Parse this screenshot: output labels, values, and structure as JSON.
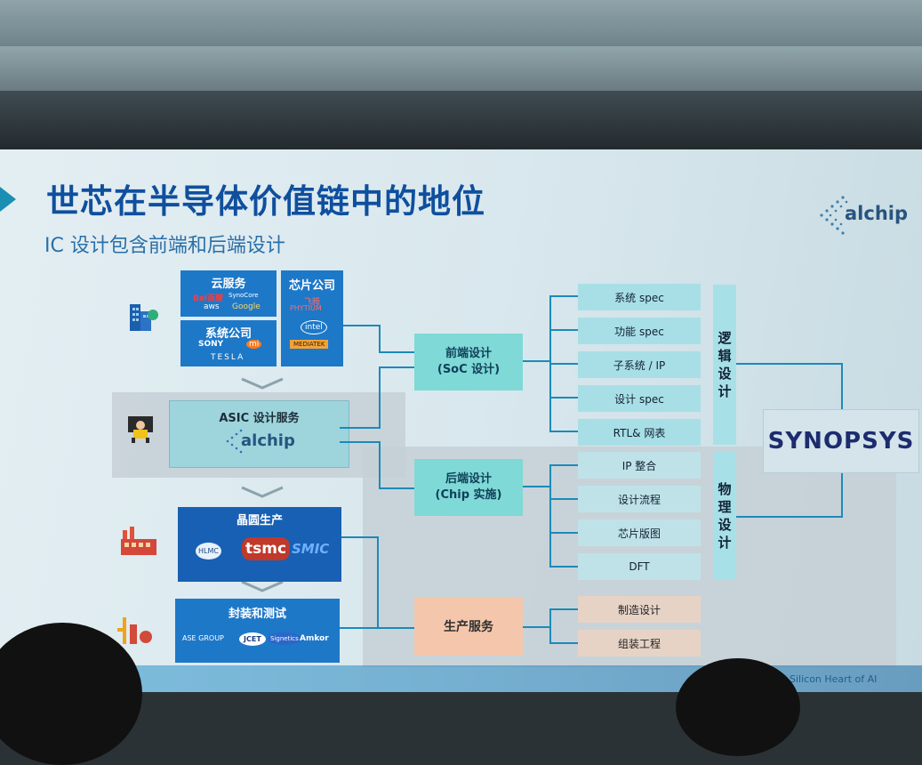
{
  "slide": {
    "title": "世芯在半导体价值链中的地位",
    "subtitle": "IC 设计包含前端和后端设计",
    "brand_logo_text": "alchip",
    "footer": "Silicon Heart of AI"
  },
  "left_column": {
    "cloud": {
      "heading": "云服务",
      "logos": [
        "Bai百度",
        "SynoCore",
        "aws",
        "Google"
      ]
    },
    "chip_companies": {
      "heading": "芯片公司",
      "logos": [
        "飞腾",
        "PHYTIUM",
        "intel",
        "MEDIATEK"
      ]
    },
    "system_companies": {
      "heading": "系统公司",
      "logos": [
        "SONY",
        "mi",
        "TESLA"
      ]
    },
    "asic": {
      "heading": "ASIC 设计服务",
      "logo": "alchip"
    },
    "wafer": {
      "heading": "晶圆生产",
      "logos": [
        "HLMC",
        "tsmc",
        "SMIC"
      ]
    },
    "packaging": {
      "heading": "封装和测试",
      "logos": [
        "ASE GROUP",
        "JCET",
        "Signetics",
        "Amkor"
      ]
    }
  },
  "middle_column": {
    "frontend": {
      "line1": "前端设计",
      "line2": "(SoC 设计)"
    },
    "backend": {
      "line1": "后端设计",
      "line2": "(Chip 实施)"
    },
    "production": {
      "label": "生产服务"
    }
  },
  "right_column": {
    "logic_items": [
      "系统 spec",
      "功能 spec",
      "子系统 / IP",
      "设计 spec",
      "RTL& 网表"
    ],
    "physical_items": [
      "IP 整合",
      "设计流程",
      "芯片版图",
      "DFT"
    ],
    "production_items": [
      "制造设计",
      "组装工程"
    ],
    "logic_label": [
      "逻",
      "辑",
      "设",
      "计"
    ],
    "physical_label": [
      "物",
      "理",
      "设",
      "计"
    ],
    "partner": "SYNOPSYS"
  },
  "colors": {
    "title": "#0f4f9e",
    "blue_box": "#1e78c8",
    "teal_box": "#7fd9d6",
    "salmon_box": "#f4c7ad",
    "connector": "#1c8ab8"
  }
}
